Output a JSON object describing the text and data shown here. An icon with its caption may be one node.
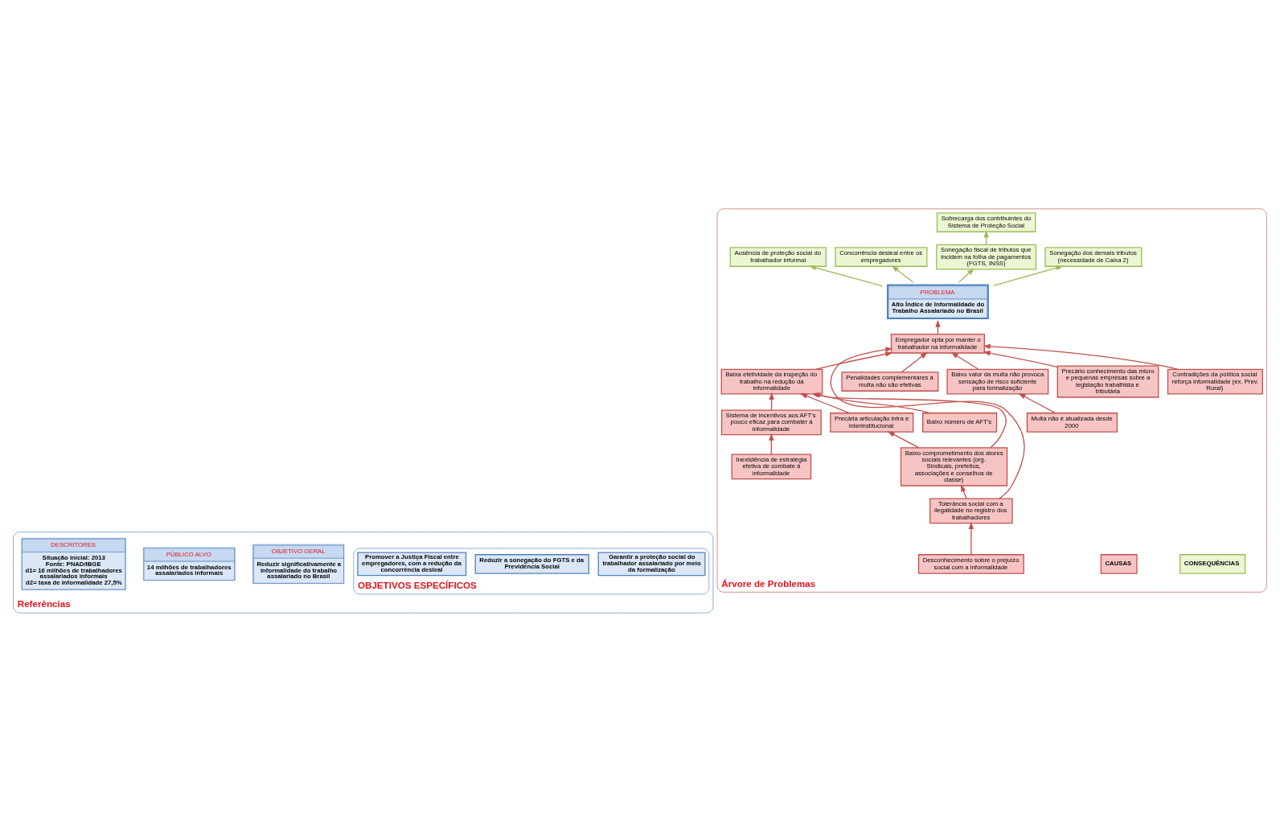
{
  "diagram": {
    "nodes": [
      {
        "text": [
          "Referências"
        ]
      },
      {
        "text": [
          "OBJETIVO GERAL",
          "Reduzir significativamente a informalidade do trabalho assalariado no Brasil"
        ],
        "in": 0
      },
      {
        "text": [
          "OBJETIVOS ESPECÍFICOS"
        ],
        "in": 0
      },
      {
        "text": [
          "Garantir a proteção social do trabalhador assalariado por meio da formalização"
        ],
        "in": 2
      },
      {
        "text": [
          "Reduzir a sonegação do FGTS e da Previdência Social"
        ],
        "in": 2
      },
      {
        "text": [
          "Promover a Justiça Fiscal entre empregadores, com a redução da concorrência desleal"
        ],
        "in": 2
      },
      {
        "text": [
          "PÚBLICO ALVO",
          "14 milhões de trabalhadores assalariados informais"
        ],
        "in": 0
      },
      {
        "text": [
          "DESCRITORES",
          "Situação inicial: 2013",
          "Fonte: PNAD/IBGE",
          "d1= 16 milhões de trabalhadores assalariados informais",
          "d2= taxa de informalidade 27,5%"
        ],
        "in": 0
      },
      {
        "text": [
          "Árvore de Problemas"
        ]
      },
      {
        "text": [
          "CONSEQUÊNCIAS"
        ],
        "in": 8
      },
      {
        "text": [
          "Sobrecarga dos contribuintes do Sistema de Proteção Social"
        ],
        "in": 8
      },
      {
        "text": [
          "Ausência de proteção social do trabalhador informal"
        ],
        "in": 8
      },
      {
        "text": [
          "Concorrência desleal entre os empregadores"
        ],
        "in": 8
      },
      {
        "text": [
          "Sonegação fiscal de tributos que incidem na folha de pagamentos (FGTS, INSS)"
        ],
        "in": 8
      },
      {
        "text": [
          "Sonegação dos demais tributos (necessidade de Caixa 2)"
        ],
        "in": 8
      },
      {
        "text": [
          "PROBLEMA",
          "Alto Índice de Informalidade do Trabalho Assalariado no Brasil"
        ],
        "in": 8
      },
      {
        "text": [
          "CAUSAS"
        ],
        "in": 8
      },
      {
        "text": [
          "Empregador opta por manter o trabalhador na informalidade"
        ],
        "in": 8
      },
      {
        "text": [
          "Contradições da política social reforça informalidade (ex. Prev. Rural)"
        ],
        "in": 8
      },
      {
        "text": [
          "Precário conhecimento das micro e pequenas empresas sobre a legislação trabalhista e tributária"
        ],
        "in": 8
      },
      {
        "text": [
          "Baixa efetividade da inspeção do trabalho na redução da informalidade"
        ],
        "in": 8
      },
      {
        "text": [
          "Baixo valor da multa não provoca sensação de risco suficiente para formalização"
        ],
        "in": 8
      },
      {
        "text": [
          "Sistema de incentivos aos AFT's pouco eficaz para combater à informalidade"
        ],
        "in": 8
      },
      {
        "text": [
          "Baixo número de AFT's"
        ],
        "in": 8
      },
      {
        "text": [
          "Multa não é atualizada desde 2000"
        ],
        "in": 8
      },
      {
        "text": [
          "Precária articulação intra e interinstitucional"
        ],
        "in": 8
      },
      {
        "text": [
          "Inexistência de estratégia efetiva de combate à informalidade"
        ],
        "in": 8
      },
      {
        "text": [
          "Penalidades complementares à multa não são efetivas"
        ],
        "in": 8
      },
      {
        "text": [
          "Baixo comprometimento dos atores sociais relevantes (org. Sindicais, prefeitos, associações e conselhos de classe)"
        ],
        "in": 8
      },
      {
        "text": [
          "Tolerância social com a ilegalidade no registro dos trabalhadores"
        ],
        "in": 8
      },
      {
        "text": [
          "Desconhecimento sobre o prejuízo social com a informalidade"
        ],
        "in": 8
      }
    ],
    "edges": [
      {
        "from": 15,
        "to": 11,
        "arrow": "to",
        "color": "#9bbb59"
      },
      {
        "from": 15,
        "to": 12,
        "arrow": "to",
        "color": "#9bbb59"
      },
      {
        "from": 15,
        "to": 13,
        "arrow": "to",
        "color": "#9bbb59"
      },
      {
        "from": 13,
        "to": 10,
        "arrow": "to",
        "color": "#9bbb59"
      },
      {
        "from": 15,
        "to": 14,
        "arrow": "to",
        "color": "#9bbb59"
      },
      {
        "from": 17,
        "to": 15,
        "arrow": "to"
      },
      {
        "from": 18,
        "to": 17,
        "arrow": "to"
      },
      {
        "from": 19,
        "to": 17,
        "arrow": "to"
      },
      {
        "from": 20,
        "to": 17,
        "arrow": "to"
      },
      {
        "from": 21,
        "to": 17,
        "arrow": "to"
      },
      {
        "from": 29,
        "to": 17,
        "arrow": "to"
      },
      {
        "from": 27,
        "to": 17,
        "arrow": "to"
      },
      {
        "from": 22,
        "to": 20,
        "arrow": "to"
      },
      {
        "from": 26,
        "to": 22,
        "arrow": "to"
      },
      {
        "from": 23,
        "to": 20,
        "arrow": "to"
      },
      {
        "from": 25,
        "to": 20,
        "arrow": "to"
      },
      {
        "from": 28,
        "to": 20,
        "arrow": "to"
      },
      {
        "from": 28,
        "to": 25,
        "arrow": "to"
      },
      {
        "from": 29,
        "to": 28,
        "arrow": "to"
      },
      {
        "from": 30,
        "to": 29,
        "arrow": "to"
      },
      {
        "from": 24,
        "to": 21,
        "arrow": "to"
      }
    ]
  }
}
